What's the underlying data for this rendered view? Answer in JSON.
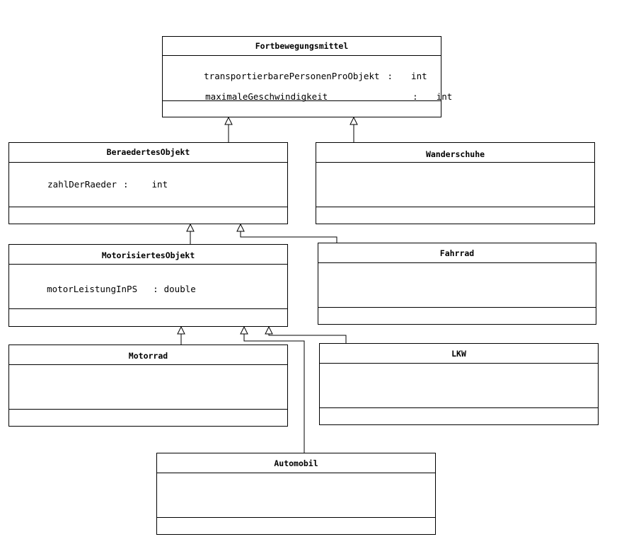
{
  "classes": {
    "fortbewegungsmittel": {
      "name": "Fortbewegungsmittel",
      "attributes": [
        {
          "name": "transportierbarePersonenProObjekt",
          "sep": ":",
          "type": "int"
        },
        {
          "name": "maximaleGeschwindigkeit",
          "sep": ":",
          "type": "int"
        }
      ]
    },
    "beraedertes_objekt": {
      "name": "BeraedertesObjekt",
      "attributes": [
        {
          "name": "zahlDerRaeder",
          "sep": ":",
          "type": "int"
        }
      ]
    },
    "wanderschuhe": {
      "name": "Wanderschuhe",
      "attributes": []
    },
    "motorisiertes_objekt": {
      "name": "MotorisiertesObjekt",
      "attributes": [
        {
          "name": "motorLeistungInPS",
          "sep": ":",
          "type": "double"
        }
      ]
    },
    "fahrrad": {
      "name": "Fahrrad",
      "attributes": []
    },
    "motorrad": {
      "name": "Motorrad",
      "attributes": []
    },
    "lkw": {
      "name": "LKW",
      "attributes": []
    },
    "automobil": {
      "name": "Automobil",
      "attributes": []
    }
  },
  "relations": [
    {
      "type": "generalization",
      "from": "beraedertes_objekt",
      "to": "fortbewegungsmittel"
    },
    {
      "type": "generalization",
      "from": "wanderschuhe",
      "to": "fortbewegungsmittel"
    },
    {
      "type": "generalization",
      "from": "motorisiertes_objekt",
      "to": "beraedertes_objekt"
    },
    {
      "type": "generalization",
      "from": "fahrrad",
      "to": "beraedertes_objekt"
    },
    {
      "type": "generalization",
      "from": "motorrad",
      "to": "motorisiertes_objekt"
    },
    {
      "type": "generalization",
      "from": "automobil",
      "to": "motorisiertes_objekt"
    },
    {
      "type": "generalization",
      "from": "lkw",
      "to": "motorisiertes_objekt"
    }
  ]
}
